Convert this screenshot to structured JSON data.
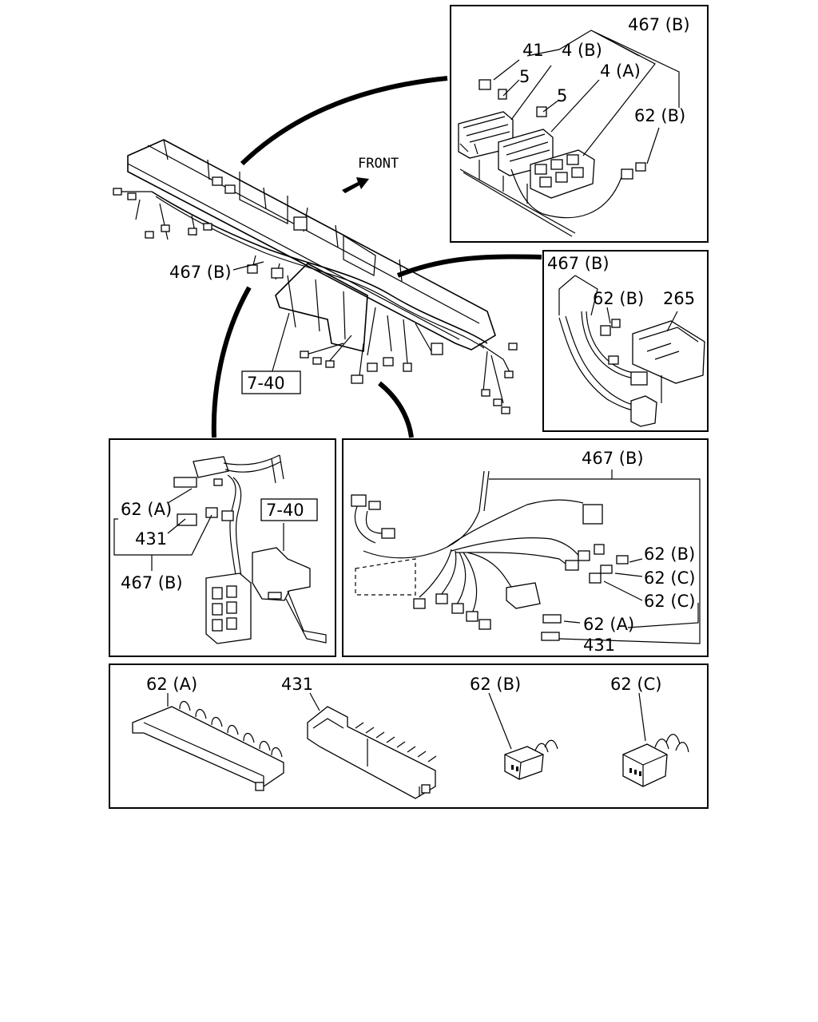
{
  "direction_label": "FRONT",
  "main_view": {
    "labels": {
      "harness": "467 (B)",
      "ref": "7-40"
    }
  },
  "inset_fuse_block": {
    "labels": {
      "harness": "467 (B)",
      "item_41": "41",
      "item_4b": "4 (B)",
      "item_5a": "5",
      "item_4a": "4 (A)",
      "item_5b": "5",
      "item_62b": "62 (B)"
    }
  },
  "inset_resistor": {
    "labels": {
      "harness": "467 (B)",
      "item_62b": "62 (B)",
      "item_265": "265"
    }
  },
  "inset_left": {
    "labels": {
      "item_62a": "62 (A)",
      "item_431": "431",
      "harness": "467 (B)",
      "ref": "7-40"
    }
  },
  "inset_right": {
    "labels": {
      "harness": "467 (B)",
      "item_62b": "62 (B)",
      "item_62c_1": "62 (C)",
      "item_62c_2": "62 (C)",
      "item_62a": "62 (A)",
      "item_431": "431"
    }
  },
  "parts_legend": {
    "labels": {
      "part_62a": "62 (A)",
      "part_431": "431",
      "part_62b": "62 (B)",
      "part_62c": "62 (C)"
    }
  }
}
